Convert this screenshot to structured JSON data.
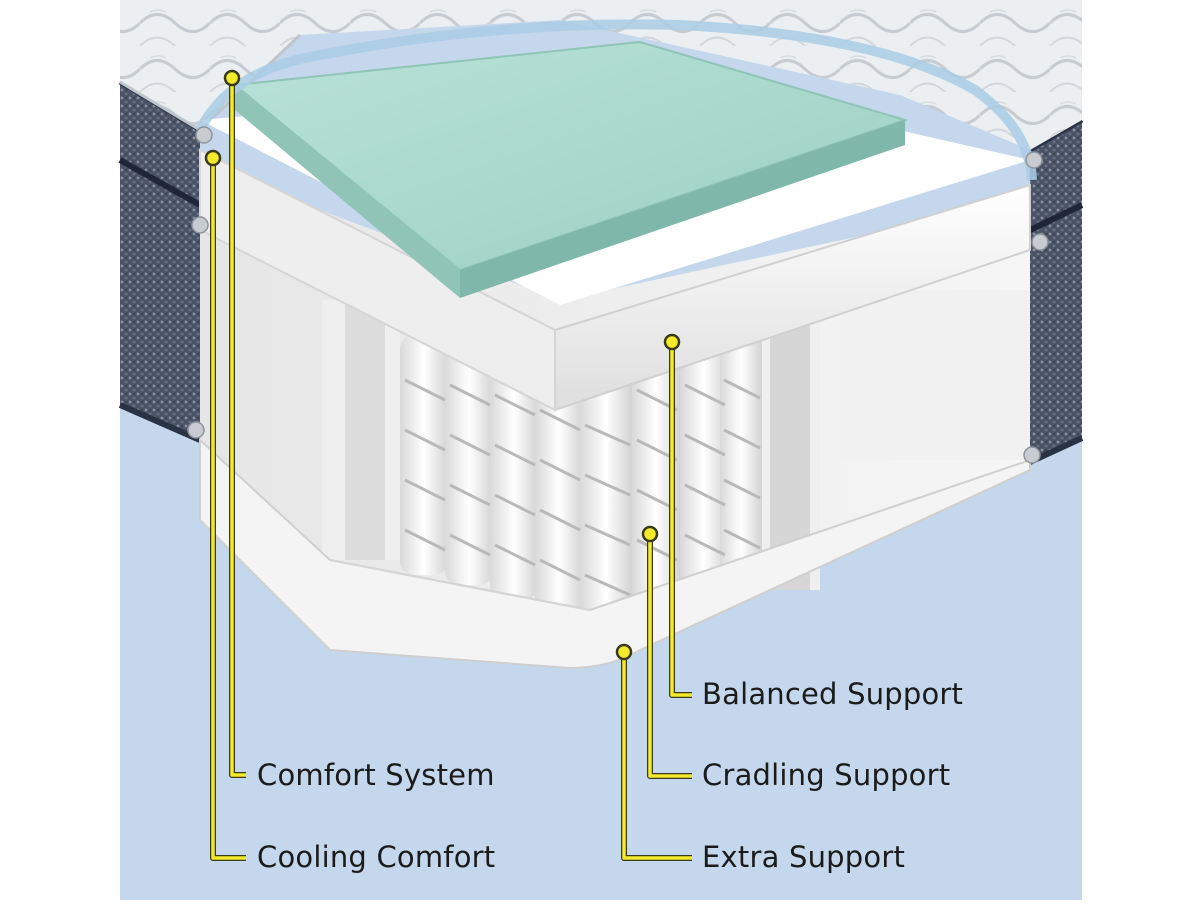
{
  "diagram": {
    "labels": [
      {
        "id": "comfort-system",
        "text": "Comfort System"
      },
      {
        "id": "cooling-comfort",
        "text": "Cooling Comfort"
      },
      {
        "id": "balanced-support",
        "text": "Balanced Support"
      },
      {
        "id": "cradling-support",
        "text": "Cradling Support"
      },
      {
        "id": "extra-support",
        "text": "Extra Support"
      }
    ],
    "colors": {
      "background": "#c5d7ec",
      "callout_line": "#f4ea2c",
      "callout_outline": "#3a3a1a",
      "cooling_gel": "#a9d8cc",
      "foam": "#f2f2f0",
      "border_fabric": "#4a5466",
      "quilt_top": "#e9ecee",
      "coil_fabric": "#f7f7f7",
      "label_text": "#1b1b1b"
    }
  }
}
